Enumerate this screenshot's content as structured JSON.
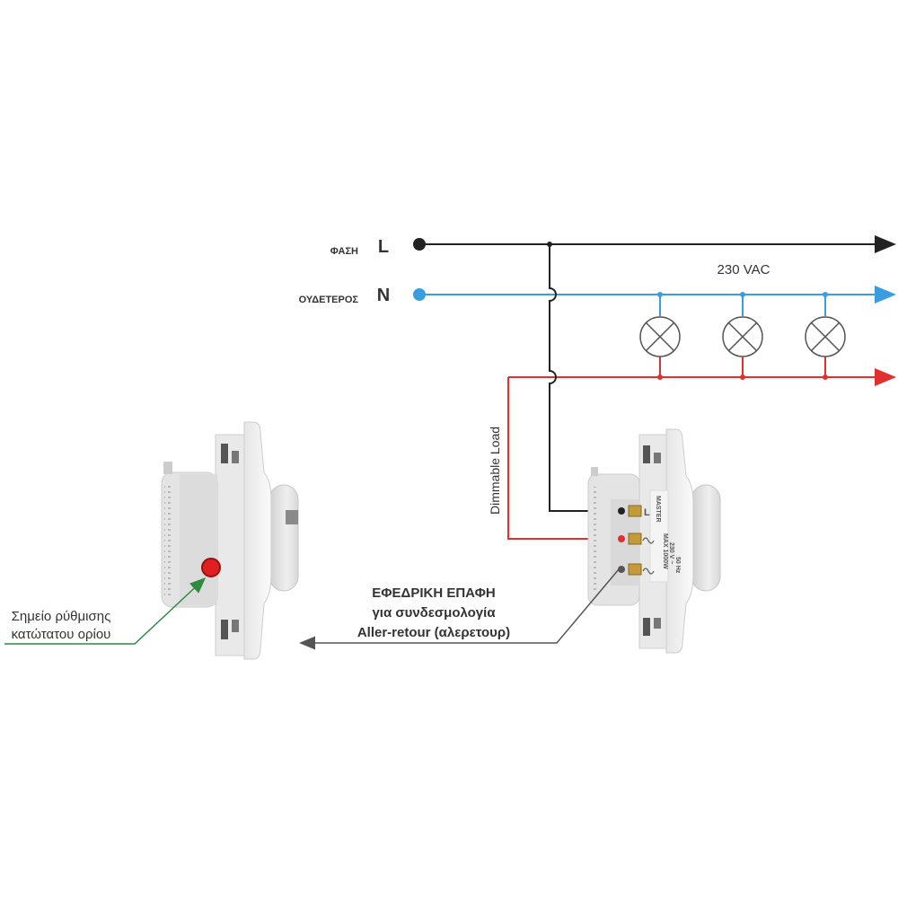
{
  "labels": {
    "phase_name": "ΦΑΣΗ",
    "phase_letter": "L",
    "neutral_name": "ΟΥΔΕΤΕΡΟΣ",
    "neutral_letter": "N",
    "voltage": "230 VAC",
    "dimmable_load": "Dimmable Load",
    "spare_line1": "ΕΦΕΔΡΙΚΗ ΕΠΑΦΗ",
    "spare_line2": "για συνδεσμολογία",
    "spare_line3": "Aller-retour (αλερετουρ)",
    "adjust_line1": "Σημείο ρύθμισης",
    "adjust_line2": "κατώτατου ορίου",
    "brand": "MASTER",
    "terminal_l": "L",
    "rating": "MAX 1000W",
    "rating2": "230 V ~",
    "rating3": "50 Hz"
  },
  "colors": {
    "phase": "#222222",
    "neutral": "#3a9de0",
    "load": "#e03030",
    "green_pointer": "#2e8b3e",
    "device_body": "#e4e4e4",
    "plate": "#f2f2f2"
  },
  "lamps": [
    "lamp-1",
    "lamp-2",
    "lamp-3"
  ]
}
